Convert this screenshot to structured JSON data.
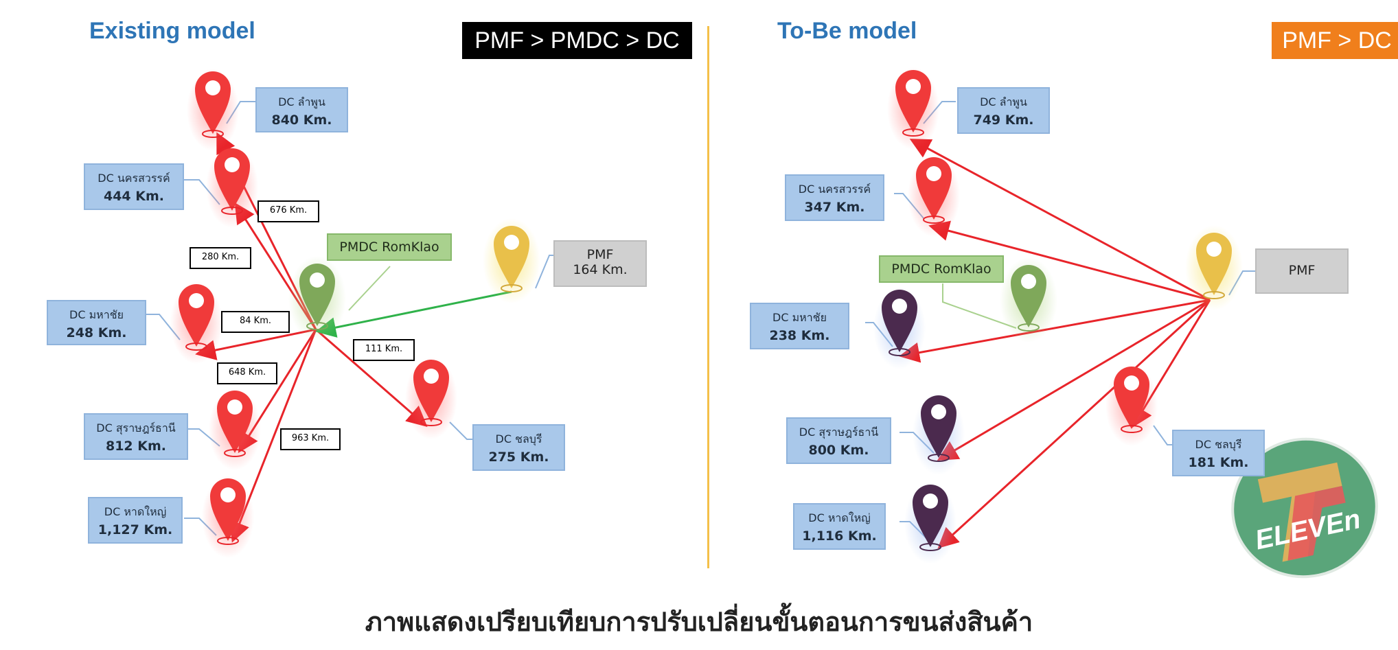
{
  "existing": {
    "title": "Existing model",
    "flow": "PMF > PMDC > DC",
    "flow_color": "#000000",
    "pmdc_label": "PMDC RomKlao",
    "pmf": {
      "name": "PMF",
      "km": "164 Km."
    },
    "dcs": [
      {
        "name": "DC ลำพูน",
        "km": "840 Km."
      },
      {
        "name": "DC นครสวรรค์",
        "km": "444 Km."
      },
      {
        "name": "DC มหาชัย",
        "km": "248 Km."
      },
      {
        "name": "DC สุราษฎร์ธานี",
        "km": "812 Km."
      },
      {
        "name": "DC หาดใหญ่",
        "km": "1,127 Km."
      },
      {
        "name": "DC ชลบุรี",
        "km": "275 Km."
      }
    ],
    "route_labels": [
      "676 Km.",
      "280 Km.",
      "84 Km.",
      "648 Km.",
      "963 Km.",
      "111 Km."
    ]
  },
  "tobe": {
    "title": "To-Be model",
    "flow": "PMF > DC",
    "flow_color": "#f07f1c",
    "pmdc_label": "PMDC RomKlao",
    "pmf": {
      "name": "PMF"
    },
    "dcs": [
      {
        "name": "DC ลำพูน",
        "km": "749 Km."
      },
      {
        "name": "DC นครสวรรค์",
        "km": "347 Km."
      },
      {
        "name": "DC มหาชัย",
        "km": "238 Km."
      },
      {
        "name": "DC สุราษฎร์ธานี",
        "km": "800 Km."
      },
      {
        "name": "DC หาดใหญ่",
        "km": "1,116 Km."
      },
      {
        "name": "DC ชลบุรี",
        "km": "181 Km."
      }
    ]
  },
  "logo": {
    "text": "ELEVEn",
    "icon": "seven-eleven-logo"
  },
  "caption": "ภาพแสดงเปรียบเทียบการปรับเปลี่ยนขั้นตอนการขนส่งสินค้า",
  "colors": {
    "route": "#e8242a",
    "pmf_route": "#2fb24a",
    "pin_red": "#f03a3a",
    "pin_yellow": "#e9c04a",
    "pin_green": "#7fa85a",
    "pin_purple": "#4b2a4e",
    "accent_blue": "#2e75b6"
  }
}
